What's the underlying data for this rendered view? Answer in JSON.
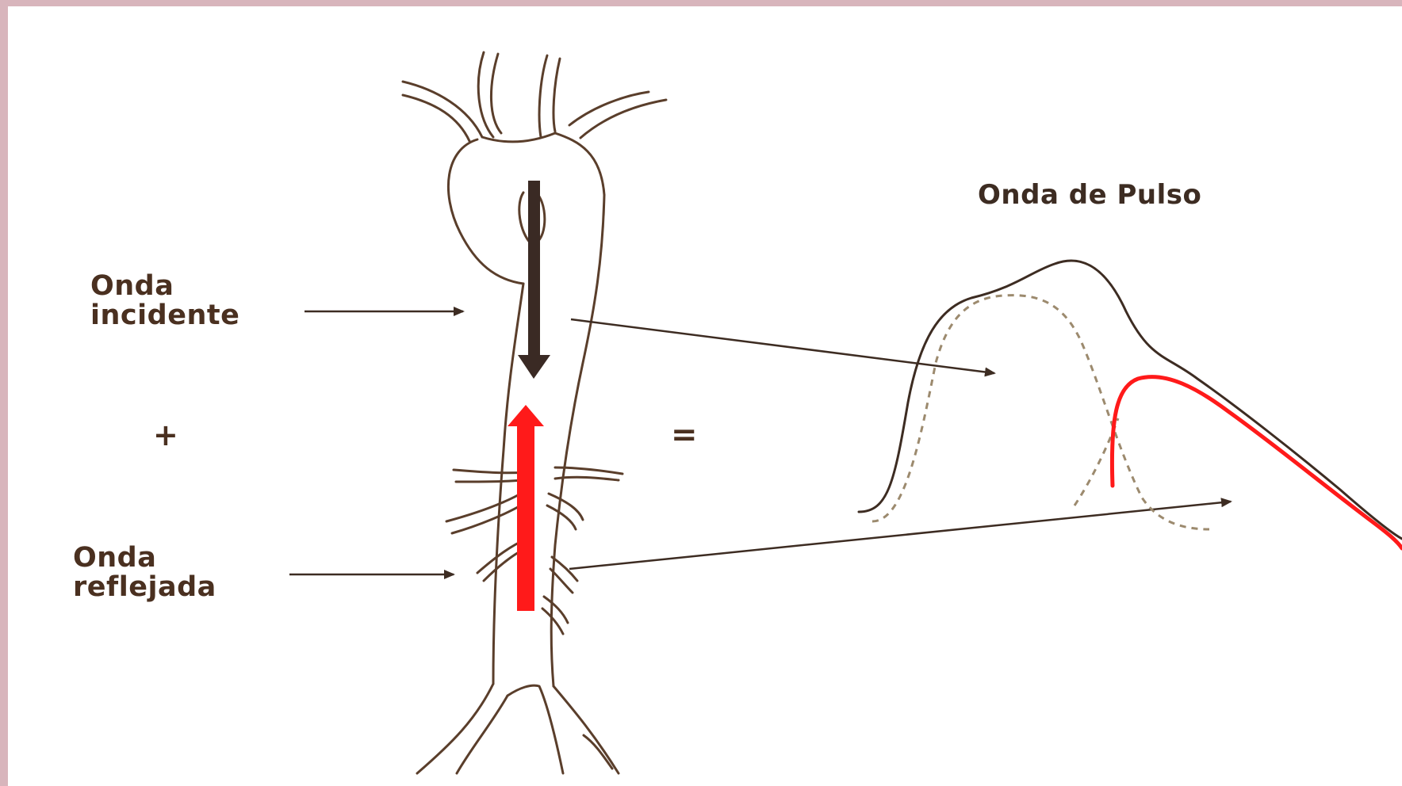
{
  "title": "Onda de Pulso",
  "labels": {
    "incident_line1": "Onda",
    "incident_line2": "incidente",
    "reflected_line1": "Onda",
    "reflected_line2": "reflejada",
    "plus": "+",
    "equals": "="
  },
  "colors": {
    "vessel_outline": "#5a3e2b",
    "label_text": "#4a3020",
    "incident_arrow": "#3a2a24",
    "reflected_arrow": "#ff1a1a",
    "pointer_lines": "#3d2c22",
    "dashed_wave": "#9c8a6e",
    "reflected_wave": "#ff1a1a"
  },
  "icons": {
    "incident_arrow": "arrow-down-icon",
    "reflected_arrow": "arrow-up-icon"
  }
}
